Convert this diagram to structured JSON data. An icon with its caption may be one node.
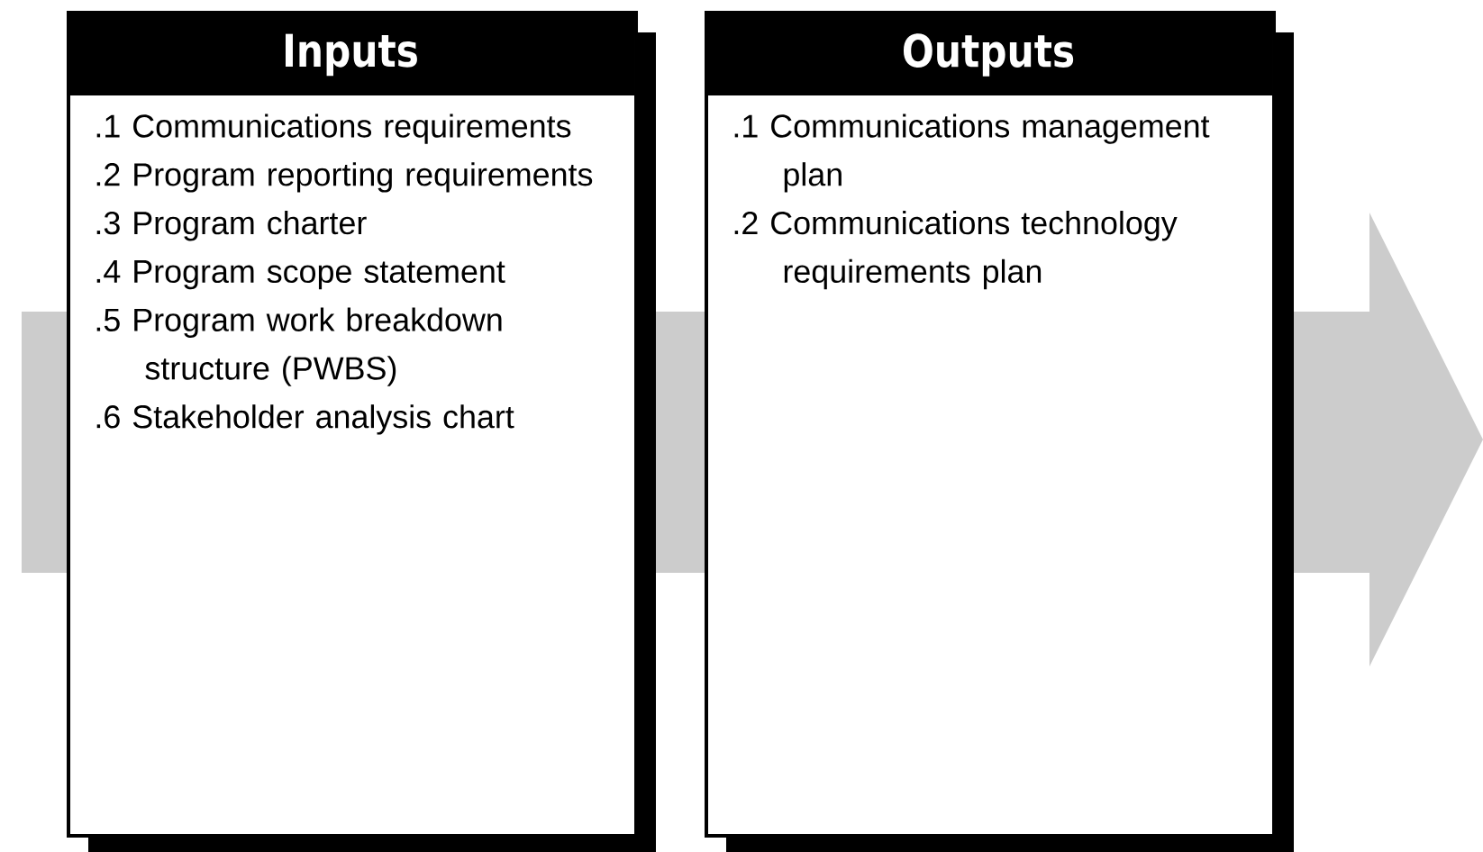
{
  "diagram": {
    "nodes": [
      {
        "text": [
          "Inputs",
          ".1 Communications requirements",
          ".2 Program reporting requirements",
          ".3 Program charter",
          ".4 Program scope statement",
          ".5 Program work breakdown structure (PWBS)",
          ".6 Stakeholder analysis chart"
        ]
      },
      {
        "text": [
          "Outputs",
          ".1 Communications management plan",
          ".2 Communications technology requirements plan"
        ]
      }
    ]
  }
}
